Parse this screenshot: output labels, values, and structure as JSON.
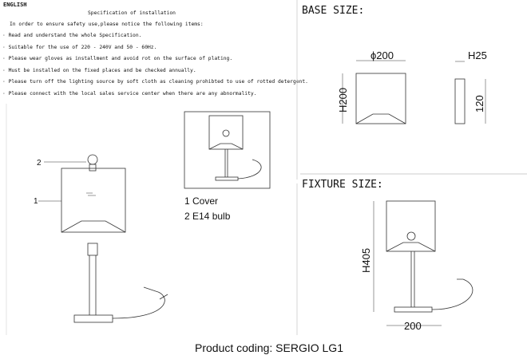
{
  "header": {
    "language": "ENGLISH",
    "title": "Specification of installation",
    "intro": "In order to ensure safety use,please notice the following items:"
  },
  "items": [
    "Read and understand the whole Specification.",
    "Suitable for the use of 220 - 240V and 50 - 60Hz.",
    "Please wear gloves as installment and avoid rot on the surface of plating.",
    "Must be installed on the fixed places and be checked annually.",
    "Please turn off the lighting source by soft cloth as cleaning prohibted to use of rotted detergent.",
    "Please connect with the local sales service center when there are any abnormality."
  ],
  "bullet": "·",
  "base": {
    "heading": "BASE SIZE:",
    "diameter": "ϕ200",
    "height": "H200",
    "depth": "H25",
    "width": "120"
  },
  "fixture": {
    "heading": "FIXTURE SIZE:",
    "height": "H405",
    "width": "200"
  },
  "parts": {
    "callout1": "1",
    "callout2": "2",
    "legend1": "1 Cover",
    "legend2": "2 E14 bulb"
  },
  "footer": {
    "product_coding": "Product coding: SERGIO LG1"
  }
}
